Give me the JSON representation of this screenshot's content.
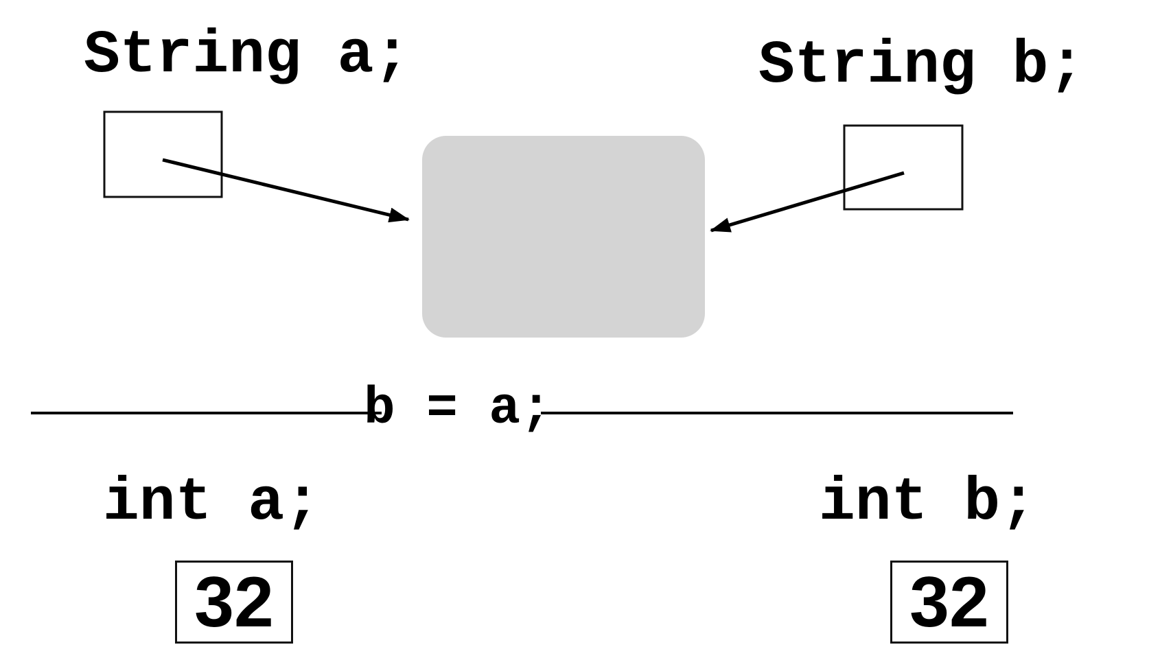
{
  "colors": {
    "background": "#ffffff",
    "stroke": "#111111",
    "heap_object_fill": "#d4d4d4",
    "reference_box_fill": "#ffffff",
    "text": "#000000"
  },
  "top_row": {
    "string_a_label": "String a;",
    "string_b_label": "String b;"
  },
  "assignment": {
    "label": "b = a;"
  },
  "bottom_row": {
    "int_a_label": "int a;",
    "int_a_value": "32",
    "int_b_label": "int b;",
    "int_b_value": "32"
  }
}
